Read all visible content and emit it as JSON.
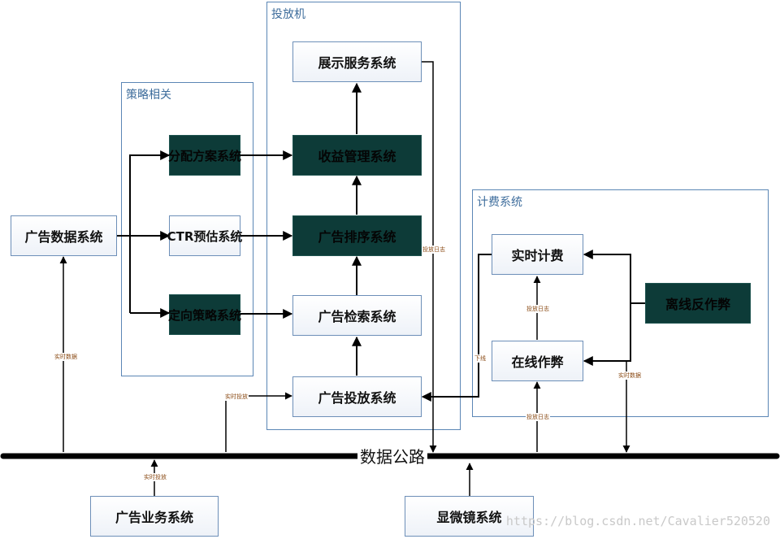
{
  "groups": {
    "toufangji": "投放机",
    "celue": "策略相关",
    "jifei": "计费系统"
  },
  "boxes": {
    "ad_data": "广告数据系统",
    "fenpei": "分配方案系统",
    "ctr": "CTR预估系统",
    "dingxiang": "定向策略系统",
    "zhanshi": "展示服务系统",
    "shouyi": "收益管理系统",
    "paixu": "广告排序系统",
    "jiansuo": "广告检索系统",
    "toufang": "广告投放系统",
    "shishi_jifei": "实时计费",
    "zaixian_zuobi": "在线作弊",
    "lixian_fanzuobi": "离线反作弊",
    "ad_business": "广告业务系统",
    "xianweijing": "显微镜系统"
  },
  "labels": {
    "bus": "数据公路",
    "shishi_shuju": "实时数据",
    "shishi_toufang": "实时投放",
    "shishi_toufang_2": "实时投放",
    "toufang_rizhi": "投放日志",
    "xiaxian": "下线",
    "jifei_rizhi": "投放日志",
    "jifei_rizhi_2": "投放日志",
    "shishi_shuju_2": "实时数据"
  },
  "watermark": "https://blog.csdn.net/Cavalier520520",
  "colors": {
    "group_border": "#5b86b5",
    "group_title": "#3e6d9c",
    "dark_box": "#0d3b38",
    "line": "#000000",
    "small_label": "#8a4a14"
  }
}
